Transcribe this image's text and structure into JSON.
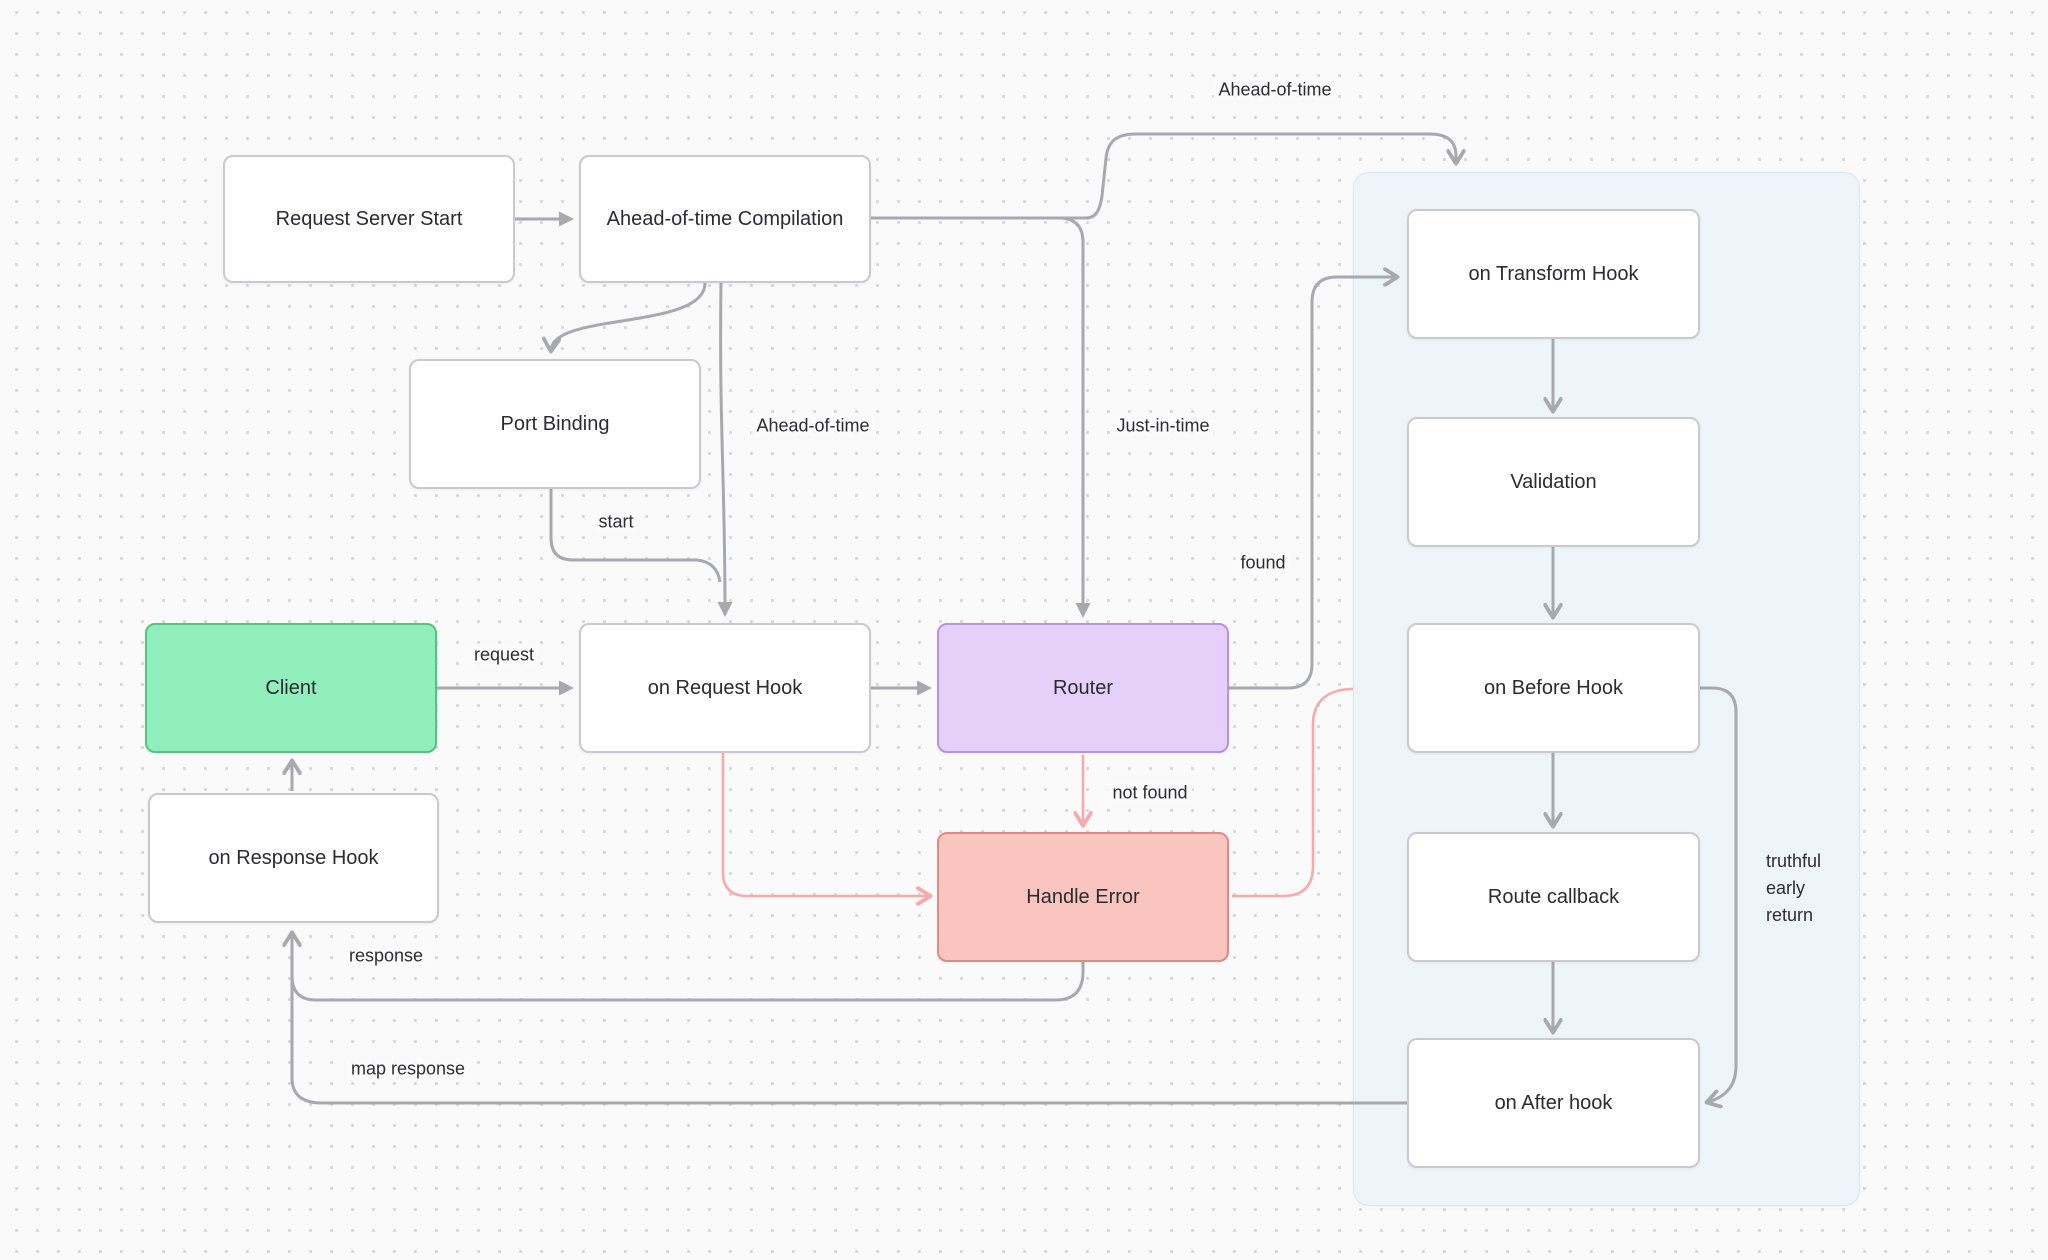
{
  "nodes": [
    {
      "id": "request-server-start",
      "label": "Request Server Start"
    },
    {
      "id": "aot-compilation",
      "label": "Ahead-of-time Compilation"
    },
    {
      "id": "port-binding",
      "label": "Port Binding"
    },
    {
      "id": "client",
      "label": "Client"
    },
    {
      "id": "on-request-hook",
      "label": "on Request Hook"
    },
    {
      "id": "router",
      "label": "Router"
    },
    {
      "id": "handle-error",
      "label": "Handle Error"
    },
    {
      "id": "on-response-hook",
      "label": "on Response Hook"
    },
    {
      "id": "on-transform-hook",
      "label": "on Transform Hook"
    },
    {
      "id": "validation",
      "label": "Validation"
    },
    {
      "id": "on-before-hook",
      "label": "on Before Hook"
    },
    {
      "id": "route-callback",
      "label": "Route callback"
    },
    {
      "id": "on-after-hook",
      "label": "on After hook"
    }
  ],
  "edge_labels": [
    {
      "id": "ahead-of-time-top",
      "text": "Ahead-of-time"
    },
    {
      "id": "ahead-of-time-vertical",
      "text": "Ahead-of-time"
    },
    {
      "id": "just-in-time",
      "text": "Just-in-time"
    },
    {
      "id": "start",
      "text": "start"
    },
    {
      "id": "request",
      "text": "request"
    },
    {
      "id": "found",
      "text": "found"
    },
    {
      "id": "not-found",
      "text": "not found"
    },
    {
      "id": "response",
      "text": "response"
    },
    {
      "id": "map-response",
      "text": "map response"
    },
    {
      "id": "truthful-early-return",
      "text": "truthful early return"
    }
  ],
  "colors": {
    "bg": "#fafafa",
    "dot": "#d6d6da",
    "box_border": "#c9c9cf",
    "box_bg": "#ffffff",
    "text": "#2b2b31",
    "line_gray": "#a8a8af",
    "line_pink": "#f6aba8",
    "client_bg": "#90efbc",
    "client_border": "#56c282",
    "router_bg": "#e6d0fa",
    "router_border": "#b593e2",
    "error_bg": "#fbc5bf",
    "error_border": "#d98d87",
    "panel_bg": "#edf5fa",
    "panel_border": "#d7e7f0"
  }
}
